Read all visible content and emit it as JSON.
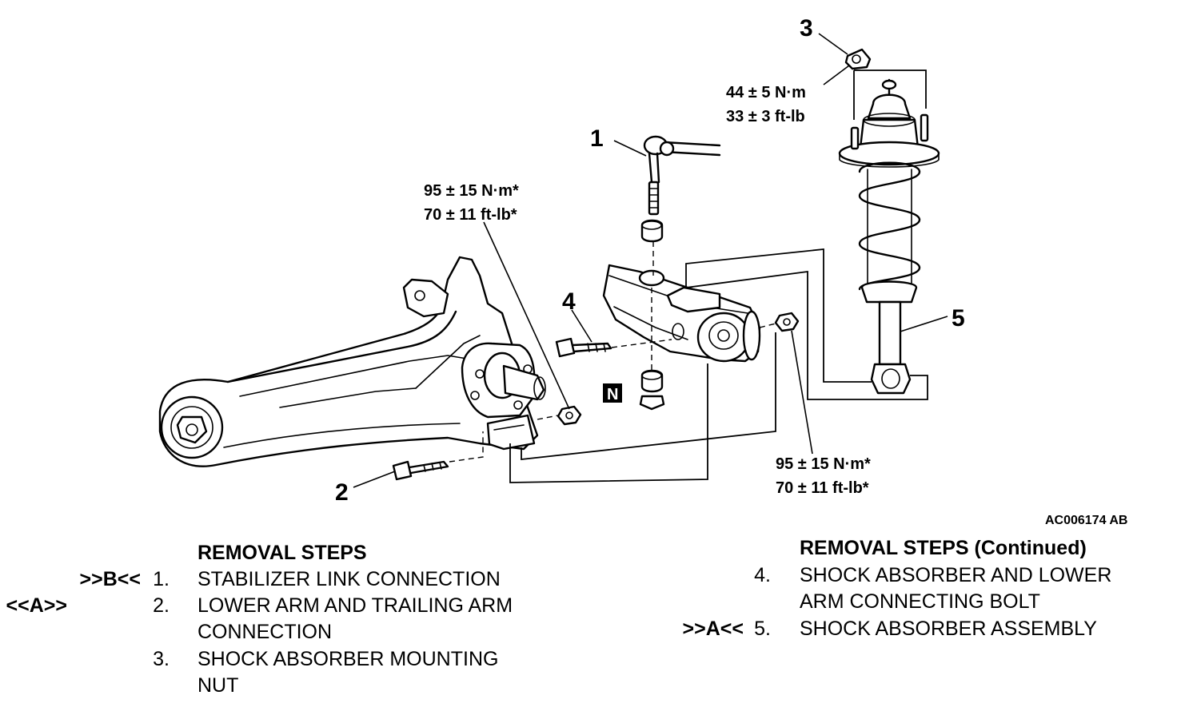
{
  "diagram": {
    "callouts": {
      "c1": "1",
      "c2": "2",
      "c3": "3",
      "c4": "4",
      "c5": "5"
    },
    "torques": {
      "t3_nm": "44 ± 5 N·m",
      "t3_ftlb": "33 ± 3 ft-lb",
      "t_left_nm": "95 ± 15 N·m*",
      "t_left_ftlb": "70 ± 11 ft-lb*",
      "t_right_nm": "95 ± 15 N·m*",
      "t_right_ftlb": "70 ± 11 ft-lb*"
    },
    "new_part_mark": "N",
    "figure_id": "AC006174 AB"
  },
  "removal_steps": {
    "header": "REMOVAL STEPS",
    "header_continued": "REMOVAL STEPS (Continued)",
    "left_items": [
      {
        "marker": ">>B<<",
        "number": "1.",
        "lines": [
          "STABILIZER LINK CONNECTION"
        ]
      },
      {
        "marker": "<<A>>",
        "number": "2.",
        "lines": [
          "LOWER ARM AND TRAILING ARM",
          "CONNECTION"
        ]
      },
      {
        "marker": "",
        "number": "3.",
        "lines": [
          "SHOCK ABSORBER MOUNTING",
          "NUT"
        ]
      }
    ],
    "right_items": [
      {
        "marker": "",
        "number": "4.",
        "lines": [
          "SHOCK ABSORBER AND LOWER",
          "ARM CONNECTING BOLT"
        ]
      },
      {
        "marker": ">>A<<",
        "number": "5.",
        "lines": [
          "SHOCK ABSORBER ASSEMBLY"
        ]
      }
    ]
  }
}
